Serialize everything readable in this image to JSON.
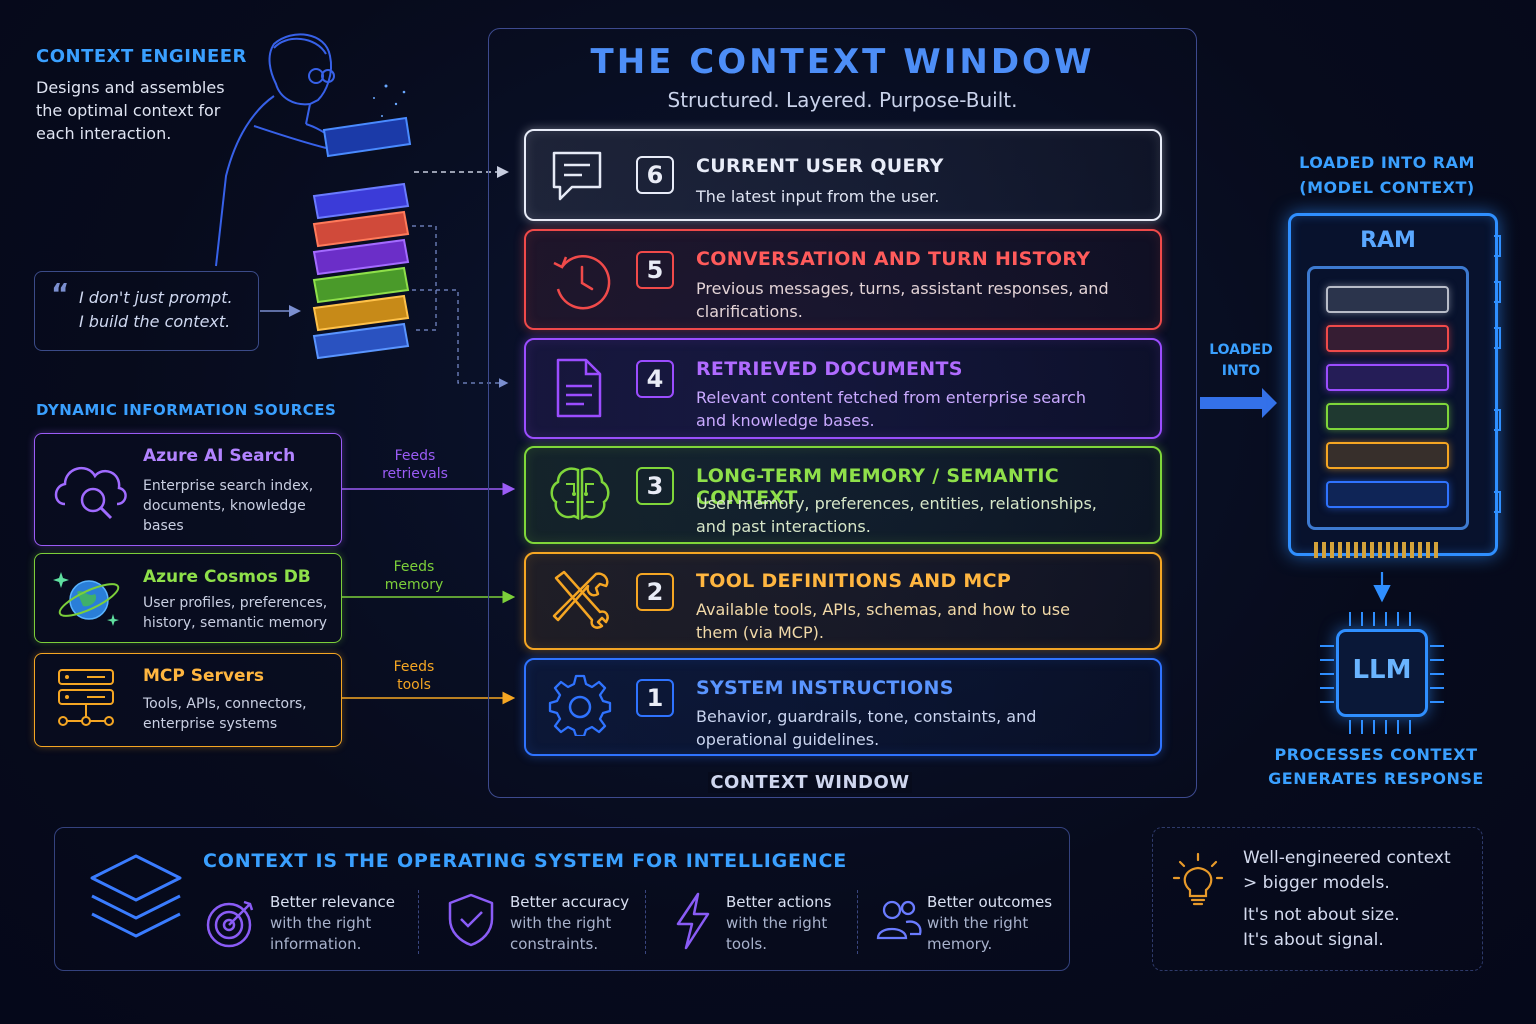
{
  "engineer": {
    "title": "CONTEXT ENGINEER",
    "description": "Designs and assembles the optimal context for each interaction.",
    "quote_line1": "I don't just prompt.",
    "quote_line2": "I build the context."
  },
  "sources": {
    "title": "DYNAMIC INFORMATION SOURCES",
    "items": [
      {
        "name": "Azure AI Search",
        "description": "Enterprise search index, documents, knowledge bases",
        "feed_line1": "Feeds",
        "feed_line2": "retrievals",
        "color": "#9b5cf6",
        "icon": "cloud-search-icon"
      },
      {
        "name": "Azure Cosmos DB",
        "description": "User profiles, preferences, history, semantic memory",
        "feed_line1": "Feeds",
        "feed_line2": "memory",
        "color": "#7ccf3a",
        "icon": "planet-icon"
      },
      {
        "name": "MCP Servers",
        "description": "Tools, APIs, connectors, enterprise systems",
        "feed_line1": "Feeds",
        "feed_line2": "tools",
        "color": "#f5a623",
        "icon": "server-stack-icon"
      }
    ]
  },
  "context_window": {
    "title": "THE CONTEXT WINDOW",
    "subtitle": "Structured. Layered. Purpose-Built.",
    "bottom_label": "CONTEXT WINDOW",
    "layers": [
      {
        "number": "6",
        "title": "CURRENT USER QUERY",
        "description": "The latest input from the user.",
        "color": "#e8ecf8",
        "title_color": "#e8ecf8",
        "desc_color": "#dfe4f2",
        "icon": "chat-bubble-icon"
      },
      {
        "number": "5",
        "title": "CONVERSATION AND TURN HISTORY",
        "description": "Previous messages, turns, assistant responses, and clarifications.",
        "color": "#f04a4a",
        "title_color": "#ff5b5b",
        "desc_color": "#e3d3d6",
        "icon": "history-clock-icon"
      },
      {
        "number": "4",
        "title": "RETRIEVED DOCUMENTS",
        "description": "Relevant content fetched from enterprise search and knowledge bases.",
        "color": "#9b4dff",
        "title_color": "#b06bff",
        "desc_color": "#c9a9ff",
        "icon": "document-icon"
      },
      {
        "number": "3",
        "title": "LONG-TERM MEMORY / SEMANTIC CONTEXT",
        "description": "User memory, preferences, entities, relationships, and past interactions.",
        "color": "#7fd63a",
        "title_color": "#8fe04a",
        "desc_color": "#d6e6c8",
        "icon": "brain-icon"
      },
      {
        "number": "2",
        "title": "TOOL DEFINITIONS AND MCP",
        "description": "Available tools, APIs, schemas, and how to use them (via MCP).",
        "color": "#f5a623",
        "title_color": "#ffb640",
        "desc_color": "#f1d9a8",
        "icon": "tools-icon"
      },
      {
        "number": "1",
        "title": "SYSTEM INSTRUCTIONS",
        "description": "Behavior, guardrails, tone, constaints, and operational guidelines.",
        "color": "#2f73ff",
        "title_color": "#5a95ff",
        "desc_color": "#c9d4ef",
        "icon": "gear-icon"
      }
    ]
  },
  "ram": {
    "title_line1": "LOADED INTO RAM",
    "title_line2": "(MODEL CONTEXT)",
    "label": "RAM",
    "loaded_line1": "LOADED",
    "loaded_line2": "INTO",
    "slot_colors": [
      "#b8bcc8",
      "#f04a4a",
      "#9b4dff",
      "#7fd63a",
      "#f5a623",
      "#2f73ff"
    ]
  },
  "llm": {
    "label": "LLM",
    "caption_line1": "PROCESSES CONTEXT",
    "caption_line2": "GENERATES RESPONSE"
  },
  "bottom": {
    "title": "CONTEXT IS THE OPERATING SYSTEM FOR INTELLIGENCE",
    "benefits": [
      {
        "title": "Better relevance",
        "line2": "with the right",
        "line3": "information.",
        "icon": "target-icon"
      },
      {
        "title": "Better accuracy",
        "line2": "with the right",
        "line3": "constraints.",
        "icon": "shield-check-icon"
      },
      {
        "title": "Better actions",
        "line2": "with the right",
        "line3": "tools.",
        "icon": "lightning-icon"
      },
      {
        "title": "Better outcomes",
        "line2": "with the right",
        "line3": "memory.",
        "icon": "users-icon"
      }
    ],
    "tip_line1": "Well-engineered context",
    "tip_line2": "> bigger models.",
    "tip_line3": "It's not about size.",
    "tip_line4": "It's about signal."
  }
}
